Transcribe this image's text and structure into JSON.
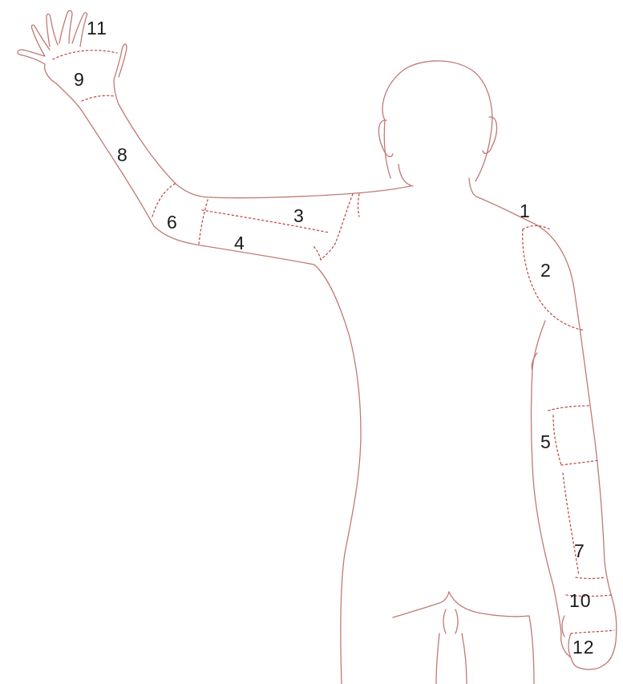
{
  "colors": {
    "outline": "#c07a76",
    "zone": "#c0504d",
    "label": "#1a1a1a",
    "background": "#ffffff"
  },
  "regions": [
    {
      "id": "1",
      "label": "1"
    },
    {
      "id": "2",
      "label": "2"
    },
    {
      "id": "3",
      "label": "3"
    },
    {
      "id": "4",
      "label": "4"
    },
    {
      "id": "5",
      "label": "5"
    },
    {
      "id": "6",
      "label": "6"
    },
    {
      "id": "7",
      "label": "7"
    },
    {
      "id": "8",
      "label": "8"
    },
    {
      "id": "9",
      "label": "9"
    },
    {
      "id": "10",
      "label": "10"
    },
    {
      "id": "11",
      "label": "11"
    },
    {
      "id": "12",
      "label": "12"
    }
  ]
}
